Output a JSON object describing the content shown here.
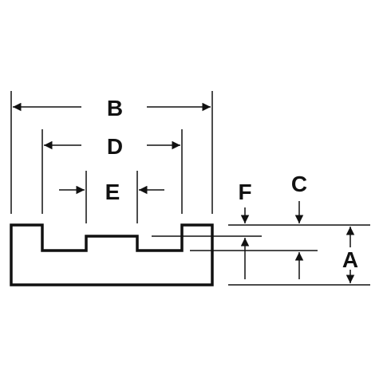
{
  "diagram": {
    "labels": {
      "B": "B",
      "D": "D",
      "E": "E",
      "F": "F",
      "C": "C",
      "A": "A"
    },
    "colors": {
      "stroke": "#111111",
      "background": "#ffffff"
    }
  }
}
